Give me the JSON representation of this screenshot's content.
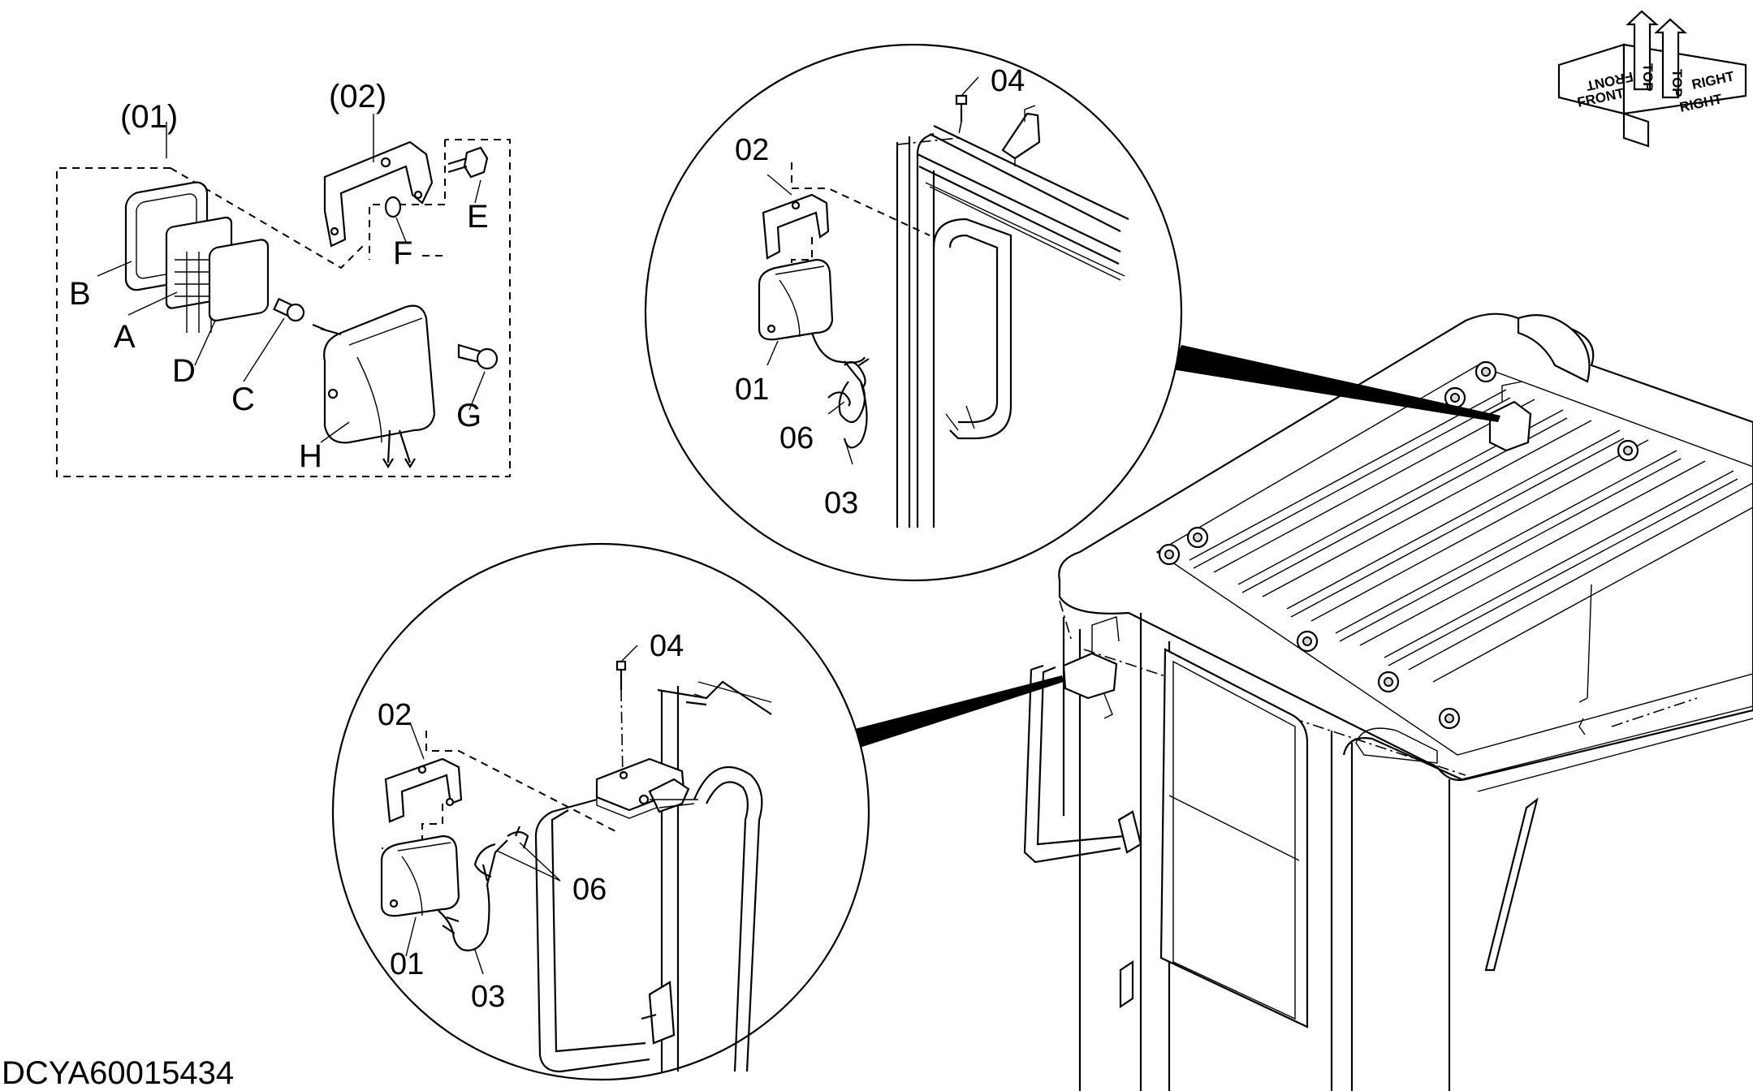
{
  "drawing_code": "DCYA60015434",
  "orientation": {
    "labels": [
      "FRONT",
      "TOP",
      "RIGHT",
      "TOP",
      "FRONT",
      "RIGHT"
    ]
  },
  "exploded_view": {
    "assembly_label": "(01)",
    "bracket_label": "(02)",
    "parts": [
      "A",
      "B",
      "C",
      "D",
      "E",
      "F",
      "G",
      "H"
    ]
  },
  "detail_top": {
    "labels": [
      "04",
      "02",
      "01",
      "06",
      "03"
    ]
  },
  "detail_bottom": {
    "labels": [
      "04",
      "02",
      "06",
      "01",
      "03"
    ]
  }
}
